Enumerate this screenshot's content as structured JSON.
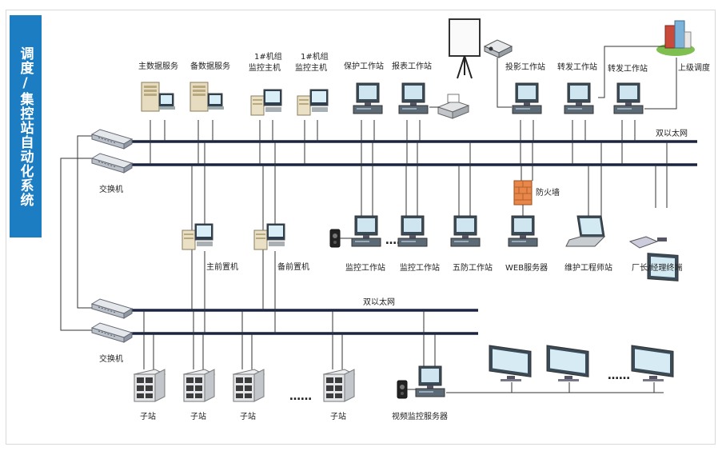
{
  "sidebar_title": "调度/集控站自动化系统",
  "network": {
    "top_bus_label": "双以太网",
    "bottom_bus_label": "双以太网",
    "switch_label_top": "交换机",
    "switch_label_bottom": "交换机"
  },
  "top_row": {
    "main_data_server": "主数据服务",
    "backup_data_server": "备数据服务",
    "unit1_host_a_line1": "1#机组",
    "unit1_host_a_line2": "监控主机",
    "unit1_host_b_line1": "1#机组",
    "unit1_host_b_line2": "监控主机",
    "protection_ws": "保护工作站",
    "report_ws": "报表工作站",
    "projection_ws": "投影工作站",
    "relay_ws_1": "转发工作站",
    "relay_ws_2": "转发工作站",
    "upper_dispatch": "上级调度"
  },
  "middle_row": {
    "main_frontend": "主前置机",
    "backup_frontend": "备前置机",
    "monitor_ws_1": "监控工作站",
    "ellipsis": "……",
    "monitor_ws_2": "监控工作站",
    "five_defense_ws": "五防工作站",
    "web_server": "WEB服务器",
    "firewall": "防火墙",
    "maintenance_ws": "维护工程师站",
    "manager_terminal": "厂长/经理终端"
  },
  "bottom_row": {
    "substation_1": "子站",
    "substation_2": "子站",
    "substation_3": "子站",
    "ellipsis": "……",
    "substation_4": "子站",
    "video_server": "视频监控服务器",
    "ellipsis_right": "……"
  }
}
